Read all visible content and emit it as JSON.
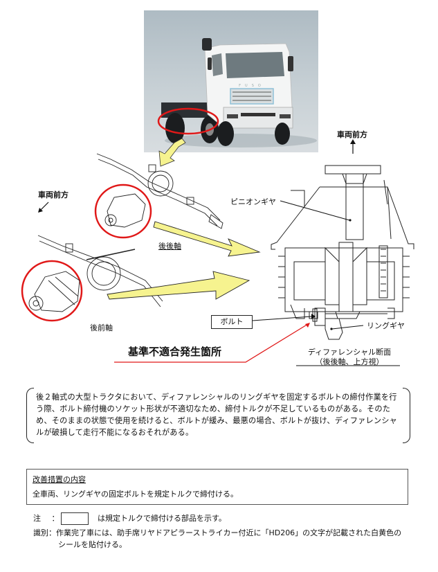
{
  "photo": {
    "subject": "truck-tractor-photo",
    "brand_text": "FUSO"
  },
  "labels": {
    "front_direction_top": "車両前方",
    "front_direction_left": "車両前方",
    "rear_rear_axle": "後後軸",
    "rear_front_axle": "後前軸",
    "pinion_gear": "ピニオンギヤ",
    "bolt": "ボルト",
    "ring_gear": "リングギヤ",
    "nonconformity_location": "基準不適合発生箇所",
    "diff_section_line1": "ディファレンシャル断面",
    "diff_section_line2": "（後後軸、上方視）"
  },
  "issue": {
    "text": "後２軸式の大型トラクタにおいて、ディファレンシャルのリングギヤを固定するボルトの締付作業を行う際、ボルト締付機のソケット形状が不適切なため、締付トルクが不足しているものがある。そのため、そのままの状態で使用を続けると、ボルトが緩み、最悪の場合、ボルトが抜け、ディファレンシャルが破損して走行不能になるおそれがある。"
  },
  "measure": {
    "title": "改善措置の内容",
    "text": "全車両、リングギヤの固定ボルトを規定トルクで締付ける。"
  },
  "notes": {
    "note_label": "注",
    "note_sep": "：",
    "note_text": "は規定トルクで締付ける部品を示す。",
    "ident_label": "識別",
    "ident_sep": "：",
    "ident_text_line1": "作業完了車には、助手席リヤドアピラーストライカー付近に「HD206」の文字が記載された白黄色の",
    "ident_text_line2": "シールを貼付ける。"
  },
  "colors": {
    "highlight_red": "#e01818",
    "arrow_fill": "#f6f38f",
    "text": "#111111"
  }
}
